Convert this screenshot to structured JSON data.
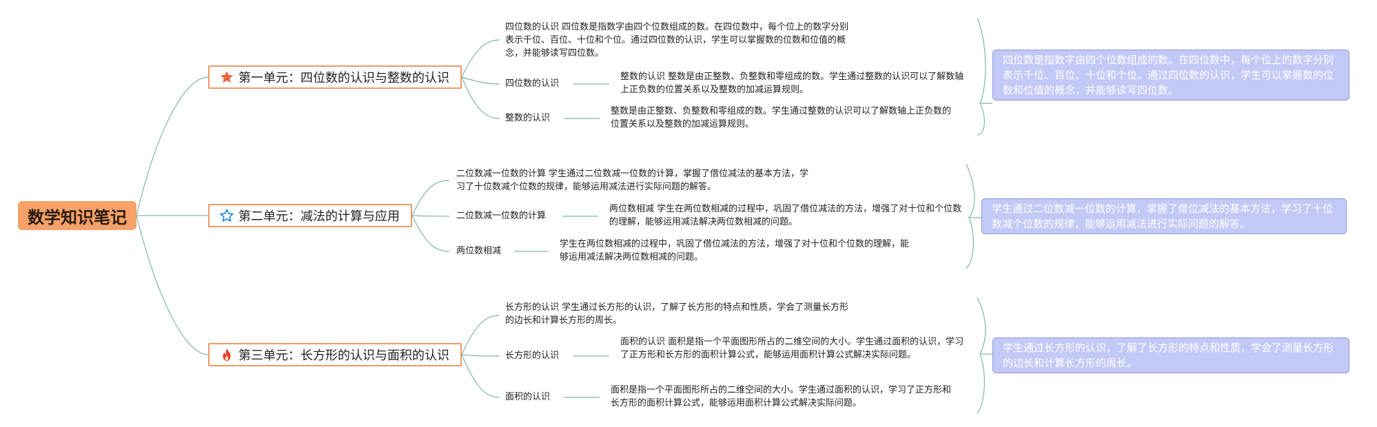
{
  "root": {
    "title": "数学知识笔记"
  },
  "units": [
    {
      "title": "第一单元：四位数的认识与整数的认识",
      "icon": "star-filled-icon",
      "intro": "四位数的认识 四位数是指数字由四个位数组成的数。在四位数中，每个位上的数字分别表示千位、百位、十位和个位。通过四位数的认识，学生可以掌握数的位数和位值的概念，并能够读写四位数。",
      "topics": [
        {
          "label": "四位数的认识",
          "detail": "整数的认识 整数是由正整数、负整数和零组成的数。学生通过整数的认识可以了解数轴上正负数的位置关系以及整数的加减运算规则。"
        },
        {
          "label": "整数的认识",
          "detail": "整数是由正整数、负整数和零组成的数。学生通过整数的认识可以了解数轴上正负数的位置关系以及整数的加减运算规则。"
        }
      ],
      "summary": "四位数是指数字由四个位数组成的数。在四位数中，每个位上的数字分别表示千位、百位、十位和个位。通过四位数的认识，学生可以掌握数的位数和位值的概念，并能够读写四位数。"
    },
    {
      "title": "第二单元：减法的计算与应用",
      "icon": "star-outline-icon",
      "intro": "二位数减一位数的计算 学生通过二位数减一位数的计算，掌握了借位减法的基本方法，学习了十位数减个位数的规律，能够运用减法进行实际问题的解答。",
      "topics": [
        {
          "label": "二位数减一位数的计算",
          "detail": "两位数相减 学生在两位数相减的过程中，巩固了借位减法的方法，增强了对十位和个位数的理解，能够运用减法解决两位数相减的问题。"
        },
        {
          "label": "两位数相减",
          "detail": "学生在两位数相减的过程中，巩固了借位减法的方法，增强了对十位和个位数的理解，能够运用减法解决两位数相减的问题。"
        }
      ],
      "summary": "学生通过二位数减一位数的计算，掌握了借位减法的基本方法，学习了十位数减个位数的规律，能够运用减法进行实际问题的解答。"
    },
    {
      "title": "第三单元：长方形的认识与面积的认识",
      "icon": "fire-icon",
      "intro": "长方形的认识 学生通过长方形的认识，了解了长方形的特点和性质，学会了测量长方形的边长和计算长方形的周长。",
      "topics": [
        {
          "label": "长方形的认识",
          "detail": "面积的认识 面积是指一个平面图形所占的二维空间的大小。学生通过面积的认识，学习了正方形和长方形的面积计算公式，能够运用面积计算公式解决实际问题。"
        },
        {
          "label": "面积的认识",
          "detail": "面积是指一个平面图形所占的二维空间的大小。学生通过面积的认识，学习了正方形和长方形的面积计算公式，能够运用面积计算公式解决实际问题。"
        }
      ],
      "summary": "学生通过长方形的认识，了解了长方形的特点和性质，学会了测量长方形的边长和计算长方形的周长。"
    }
  ],
  "colors": {
    "line": "#7fb7a2",
    "unit_border": "#ee9a66",
    "root_fill": "#f6a168",
    "summary_fill": "#c3c9f6",
    "star": "#e8643c",
    "fire": "#e53a1e"
  }
}
